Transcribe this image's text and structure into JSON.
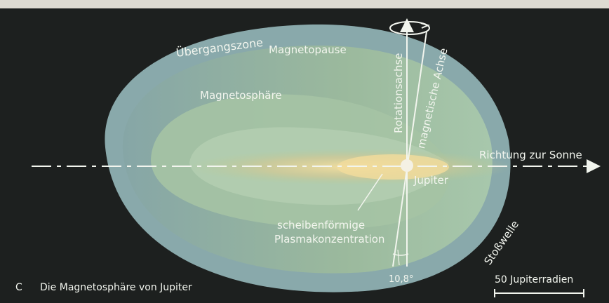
{
  "labels": {
    "transition_zone": "Übergangszone",
    "magnetopause": "Magnetopause",
    "magnetosphere": "Magnetosphäre",
    "rotation_axis": "Rotationsachse",
    "magnetic_axis": "magnetische Achse",
    "sun_direction": "Richtung zur Sonne",
    "jupiter": "Jupiter",
    "plasma_line1": "scheibenförmige",
    "plasma_line2": "Plasmakonzentration",
    "bow_shock": "Stoßwelle",
    "tilt_angle": "10,8°",
    "caption_letter": "C",
    "caption": "Die Magnetosphäre von Jupiter",
    "scale": "50 Jupiterradien"
  },
  "colors": {
    "background": "#1d201f",
    "outer_zone": "#8fb2b4",
    "magnetosphere": "#9fbf9e",
    "plasma_core": "#e8d49a",
    "jupiter": "#f4f1e4",
    "lines": "#f2f5ee"
  }
}
